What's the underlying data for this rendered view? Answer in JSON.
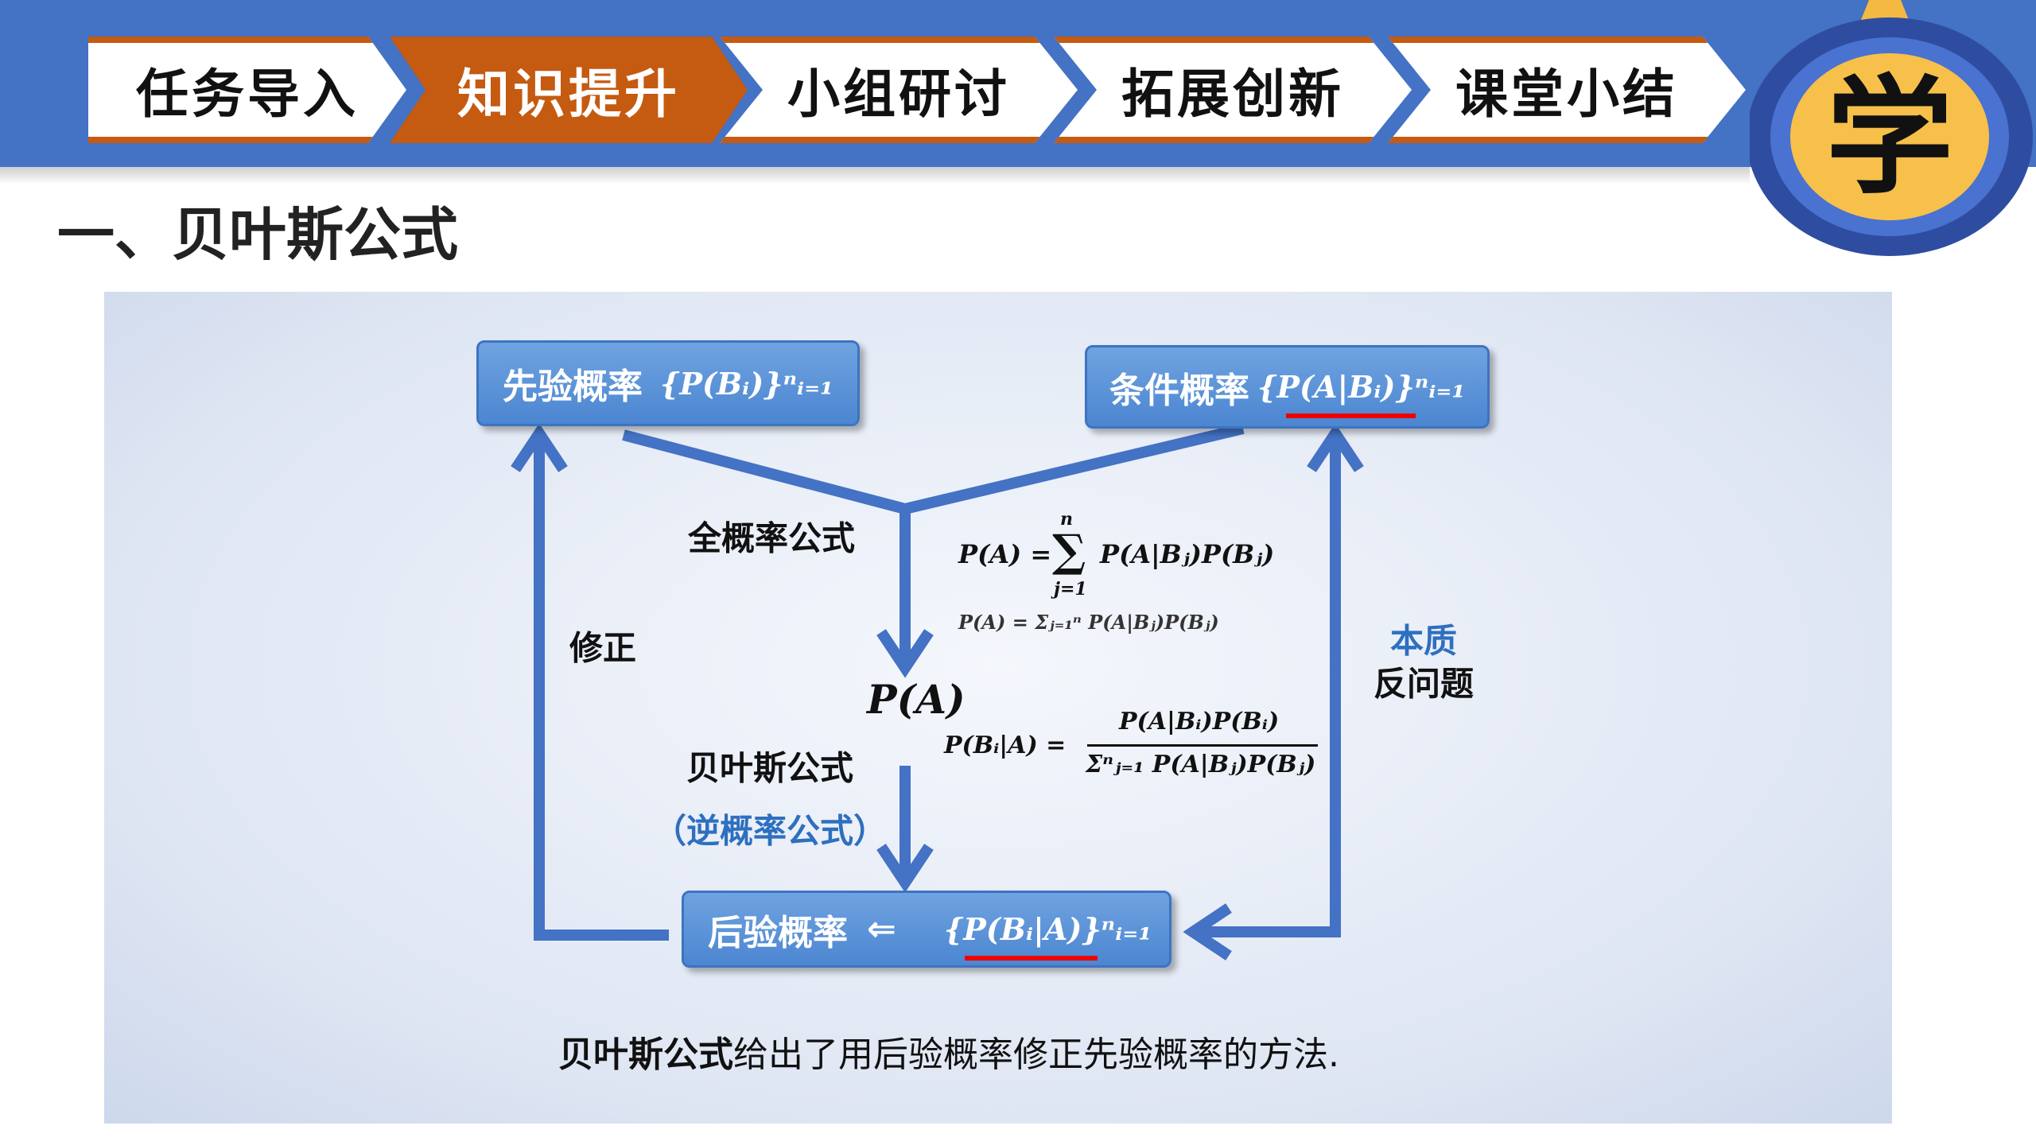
{
  "nav": {
    "tabs": [
      {
        "label": "任务导入"
      },
      {
        "label": "知识提升",
        "active": true
      },
      {
        "label": "小组研讨"
      },
      {
        "label": "拓展创新"
      },
      {
        "label": "课堂小结"
      }
    ]
  },
  "badge": {
    "char": "学"
  },
  "title": "一、贝叶斯公式",
  "diagram": {
    "prior": {
      "label": "先验概率",
      "formula": "{P(Bᵢ)}ⁿᵢ₌₁"
    },
    "conditional": {
      "label": "条件概率",
      "formula": "{P(A|Bᵢ)}ⁿᵢ₌₁"
    },
    "posterior": {
      "label": "后验概率",
      "arrow": "⇐",
      "formula": "{P(Bᵢ|A)}ⁿᵢ₌₁"
    },
    "total_prob_label": "全概率公式",
    "total_prob_formula": "P(A) = Σⱼ₌₁ⁿ P(A|Bⱼ)P(Bⱼ)",
    "total_lhs": "P(A) =",
    "sum_top": "n",
    "sum_sym": "∑",
    "sum_bottom": "j=1",
    "total_rhs": "P(A|Bⱼ)P(Bⱼ)",
    "pa": "P(A)",
    "correction_label": "修正",
    "essence_label": "本质",
    "inverse_label": "反问题",
    "bayes_label": "贝叶斯公式",
    "inverse_prob_label": "（逆概率公式）",
    "bayes_lhs": "P(Bᵢ|A) =",
    "bayes_num": "P(A|Bᵢ)P(Bᵢ)",
    "bayes_den": "Σⁿⱼ₌₁ P(A|Bⱼ)P(Bⱼ)"
  },
  "caption": {
    "bold": "贝叶斯公式",
    "rest": "给出了用后验概率修正先验概率的方法."
  },
  "colors": {
    "band": "#4472c4",
    "accent": "#c55a11",
    "box": "#5b93d8",
    "red": "#e00000"
  }
}
